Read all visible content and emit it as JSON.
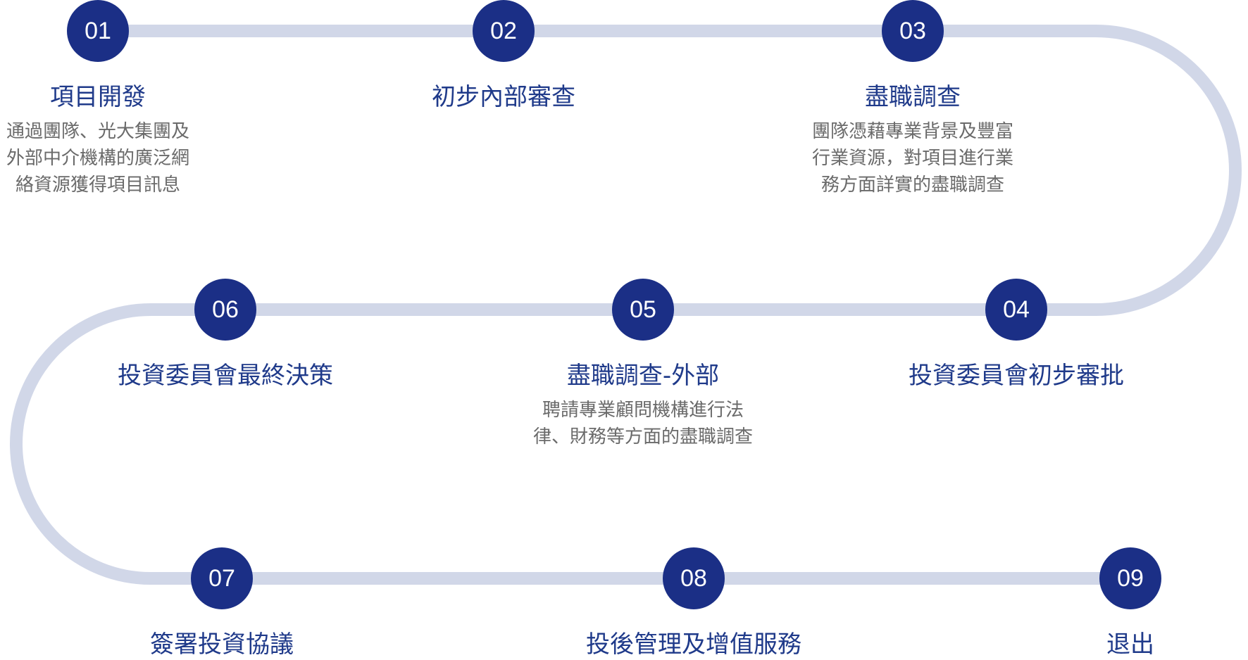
{
  "colors": {
    "circle": "#1b2f86",
    "track": "#d1d7e8",
    "title": "#1f3a8a",
    "desc": "#6a6a6a"
  },
  "steps": [
    {
      "number": "01",
      "title": "項目開發",
      "desc": [
        "通過團隊、光大集團及",
        "外部中介機構的廣泛網",
        "絡資源獲得項目訊息"
      ]
    },
    {
      "number": "02",
      "title": "初步內部審查",
      "desc": []
    },
    {
      "number": "03",
      "title": "盡職調查",
      "desc": [
        "團隊憑藉專業背景及豐富",
        "行業資源，對項目進行業",
        "務方面詳實的盡職調查"
      ]
    },
    {
      "number": "04",
      "title": "投資委員會初步審批",
      "desc": []
    },
    {
      "number": "05",
      "title": "盡職調查-外部",
      "desc": [
        "聘請專業顧問機構進行法",
        "律、財務等方面的盡職調查"
      ]
    },
    {
      "number": "06",
      "title": "投資委員會最終決策",
      "desc": []
    },
    {
      "number": "07",
      "title": "簽署投資協議",
      "desc": []
    },
    {
      "number": "08",
      "title": "投後管理及增值服務",
      "desc": []
    },
    {
      "number": "09",
      "title": "退出",
      "desc": []
    }
  ]
}
